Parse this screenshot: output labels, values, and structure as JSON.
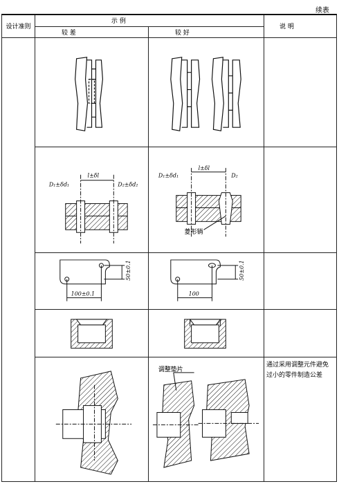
{
  "page": {
    "continued_label": "续表"
  },
  "table": {
    "col_principle": "设计准则",
    "col_examples": "示 例",
    "col_worse": "较 差",
    "col_better": "较 好",
    "col_notes": "说 明"
  },
  "rows": [
    {
      "worse_labels": [],
      "better_labels": [],
      "note": ""
    },
    {
      "worse_labels": [
        "D₁±δd₁",
        "l±δl",
        "D₂±δd₂"
      ],
      "better_labels": [
        "D₁±δd₁",
        "l±δl",
        "D₂",
        "菱形销"
      ],
      "note": ""
    },
    {
      "worse_labels": [
        "100±0.1",
        "50±0.1"
      ],
      "better_labels": [
        "100",
        "50±0.1"
      ],
      "note": ""
    },
    {
      "worse_labels": [],
      "better_labels": [],
      "note": ""
    },
    {
      "worse_labels": [],
      "better_labels": [
        "调整垫片"
      ],
      "note": "通过采用调整元件避免过小的零件制造公差"
    }
  ]
}
